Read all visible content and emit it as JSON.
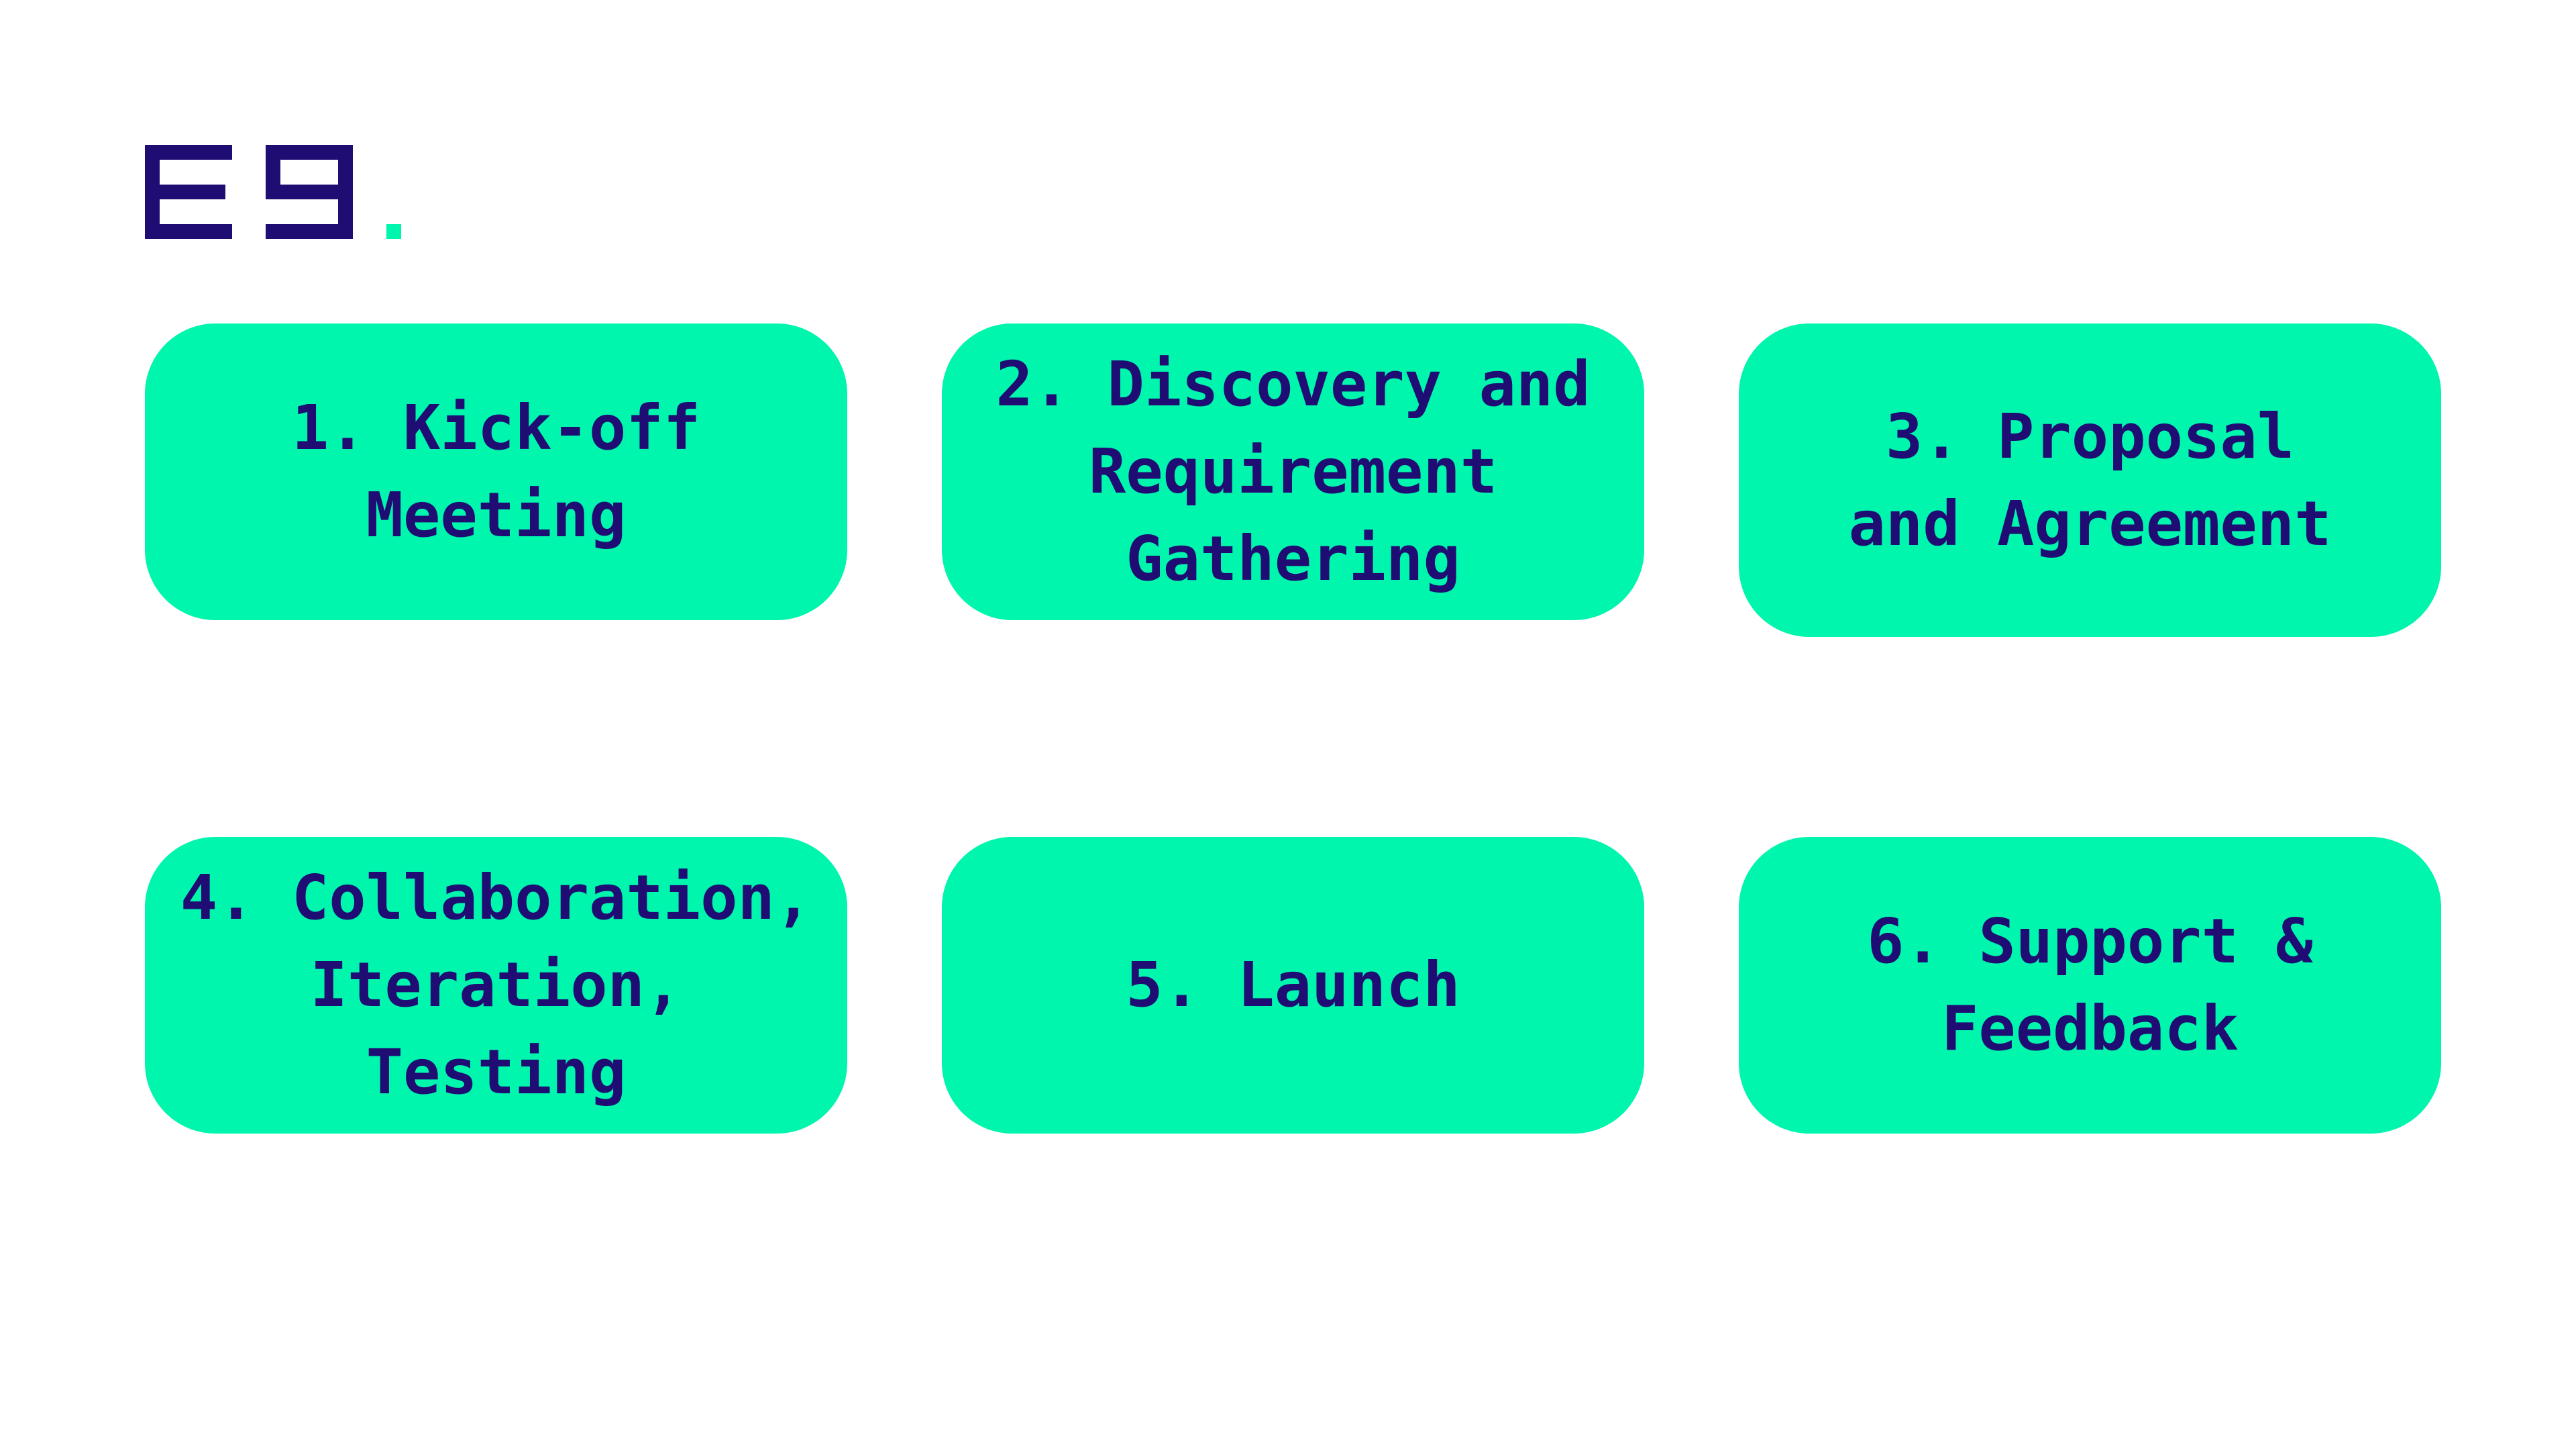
{
  "brand": {
    "logo_text": "E9.",
    "primary_color": "#200d73",
    "accent_color": "#00f5ad"
  },
  "steps": [
    {
      "label": "1. Kick-off\nMeeting"
    },
    {
      "label": "2. Discovery and\nRequirement\nGathering"
    },
    {
      "label": "3. Proposal\nand Agreement"
    },
    {
      "label": "4. Collaboration,\nIteration,\nTesting"
    },
    {
      "label": "5. Launch"
    },
    {
      "label": "6. Support &\nFeedback"
    }
  ]
}
